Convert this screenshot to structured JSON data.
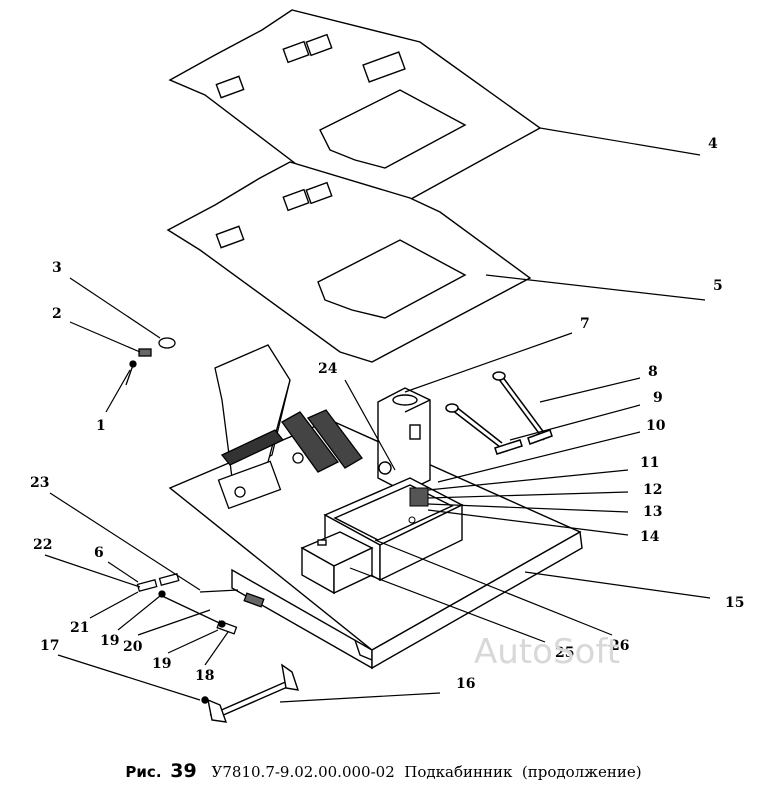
{
  "watermark": "AutoSoft",
  "caption": {
    "prefix": "Рис.",
    "number": "39",
    "code": "У7810.7-9.02.00.000-02",
    "title": "Подкабинник",
    "note": "(продолжение)"
  },
  "callouts": [
    "1",
    "2",
    "3",
    "4",
    "5",
    "6",
    "7",
    "8",
    "9",
    "10",
    "11",
    "12",
    "13",
    "14",
    "15",
    "16",
    "17",
    "18",
    "19",
    "19",
    "20",
    "21",
    "22",
    "23",
    "24",
    "25",
    "26"
  ]
}
